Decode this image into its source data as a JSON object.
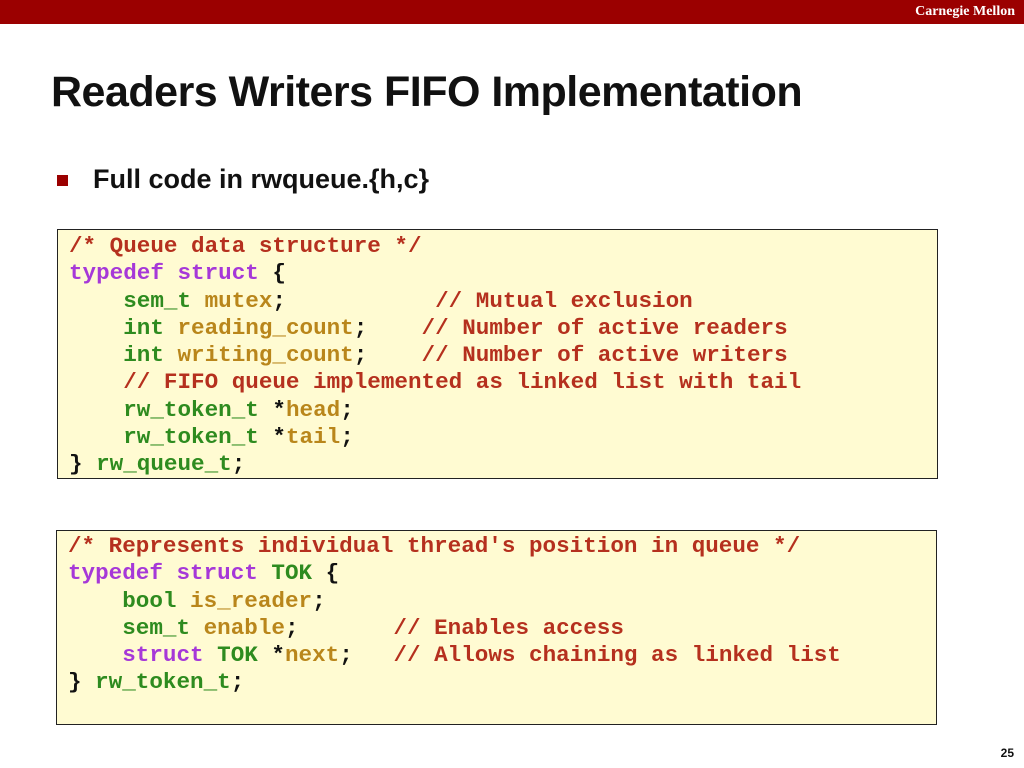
{
  "header": {
    "brand": "Carnegie Mellon"
  },
  "slide": {
    "title": "Readers Writers FIFO Implementation",
    "bullet": "Full code in rwqueue.{h,c}",
    "page_number": "25"
  },
  "colors": {
    "header_bar": "#9b0000",
    "bullet": "#9b0000",
    "code_background": "#fffbd2",
    "comment": "#b5301e",
    "keyword": "#a638d8",
    "type": "#2e8b1f",
    "identifier": "#b9861b",
    "punctuation": "#111111"
  },
  "code_blocks": [
    {
      "lines": [
        [
          {
            "t": "/* Queue data structure */",
            "c": "comment"
          }
        ],
        [
          {
            "t": "typedef",
            "c": "keyword"
          },
          {
            "t": " ",
            "c": "punctuation"
          },
          {
            "t": "struct",
            "c": "keyword"
          },
          {
            "t": " {",
            "c": "punctuation"
          }
        ],
        [
          {
            "t": "    ",
            "c": "punctuation"
          },
          {
            "t": "sem_t",
            "c": "type"
          },
          {
            "t": " ",
            "c": "punctuation"
          },
          {
            "t": "mutex",
            "c": "identifier"
          },
          {
            "t": ";           ",
            "c": "punctuation"
          },
          {
            "t": "// Mutual exclusion",
            "c": "comment"
          }
        ],
        [
          {
            "t": "    ",
            "c": "punctuation"
          },
          {
            "t": "int",
            "c": "type"
          },
          {
            "t": " ",
            "c": "punctuation"
          },
          {
            "t": "reading_count",
            "c": "identifier"
          },
          {
            "t": ";    ",
            "c": "punctuation"
          },
          {
            "t": "// Number of active readers",
            "c": "comment"
          }
        ],
        [
          {
            "t": "    ",
            "c": "punctuation"
          },
          {
            "t": "int",
            "c": "type"
          },
          {
            "t": " ",
            "c": "punctuation"
          },
          {
            "t": "writing_count",
            "c": "identifier"
          },
          {
            "t": ";    ",
            "c": "punctuation"
          },
          {
            "t": "// Number of active writers",
            "c": "comment"
          }
        ],
        [
          {
            "t": "    ",
            "c": "punctuation"
          },
          {
            "t": "// FIFO queue implemented as linked list with tail",
            "c": "comment"
          }
        ],
        [
          {
            "t": "    ",
            "c": "punctuation"
          },
          {
            "t": "rw_token_t",
            "c": "type"
          },
          {
            "t": " *",
            "c": "punctuation"
          },
          {
            "t": "head",
            "c": "identifier"
          },
          {
            "t": ";",
            "c": "punctuation"
          }
        ],
        [
          {
            "t": "    ",
            "c": "punctuation"
          },
          {
            "t": "rw_token_t",
            "c": "type"
          },
          {
            "t": " *",
            "c": "punctuation"
          },
          {
            "t": "tail",
            "c": "identifier"
          },
          {
            "t": ";",
            "c": "punctuation"
          }
        ],
        [
          {
            "t": "} ",
            "c": "punctuation"
          },
          {
            "t": "rw_queue_t",
            "c": "type"
          },
          {
            "t": ";",
            "c": "punctuation"
          }
        ]
      ]
    },
    {
      "lines": [
        [
          {
            "t": "/* Represents individual thread's position in queue */",
            "c": "comment"
          }
        ],
        [
          {
            "t": "typedef",
            "c": "keyword"
          },
          {
            "t": " ",
            "c": "punctuation"
          },
          {
            "t": "struct",
            "c": "keyword"
          },
          {
            "t": " ",
            "c": "punctuation"
          },
          {
            "t": "TOK",
            "c": "type"
          },
          {
            "t": " {",
            "c": "punctuation"
          }
        ],
        [
          {
            "t": "    ",
            "c": "punctuation"
          },
          {
            "t": "bool",
            "c": "type"
          },
          {
            "t": " ",
            "c": "punctuation"
          },
          {
            "t": "is_reader",
            "c": "identifier"
          },
          {
            "t": ";",
            "c": "punctuation"
          }
        ],
        [
          {
            "t": "    ",
            "c": "punctuation"
          },
          {
            "t": "sem_t",
            "c": "type"
          },
          {
            "t": " ",
            "c": "punctuation"
          },
          {
            "t": "enable",
            "c": "identifier"
          },
          {
            "t": ";       ",
            "c": "punctuation"
          },
          {
            "t": "// Enables access",
            "c": "comment"
          }
        ],
        [
          {
            "t": "    ",
            "c": "punctuation"
          },
          {
            "t": "struct",
            "c": "keyword"
          },
          {
            "t": " ",
            "c": "punctuation"
          },
          {
            "t": "TOK",
            "c": "type"
          },
          {
            "t": " *",
            "c": "punctuation"
          },
          {
            "t": "next",
            "c": "identifier"
          },
          {
            "t": ";   ",
            "c": "punctuation"
          },
          {
            "t": "// Allows chaining as linked list",
            "c": "comment"
          }
        ],
        [
          {
            "t": "} ",
            "c": "punctuation"
          },
          {
            "t": "rw_token_t",
            "c": "type"
          },
          {
            "t": ";",
            "c": "punctuation"
          }
        ]
      ]
    }
  ]
}
